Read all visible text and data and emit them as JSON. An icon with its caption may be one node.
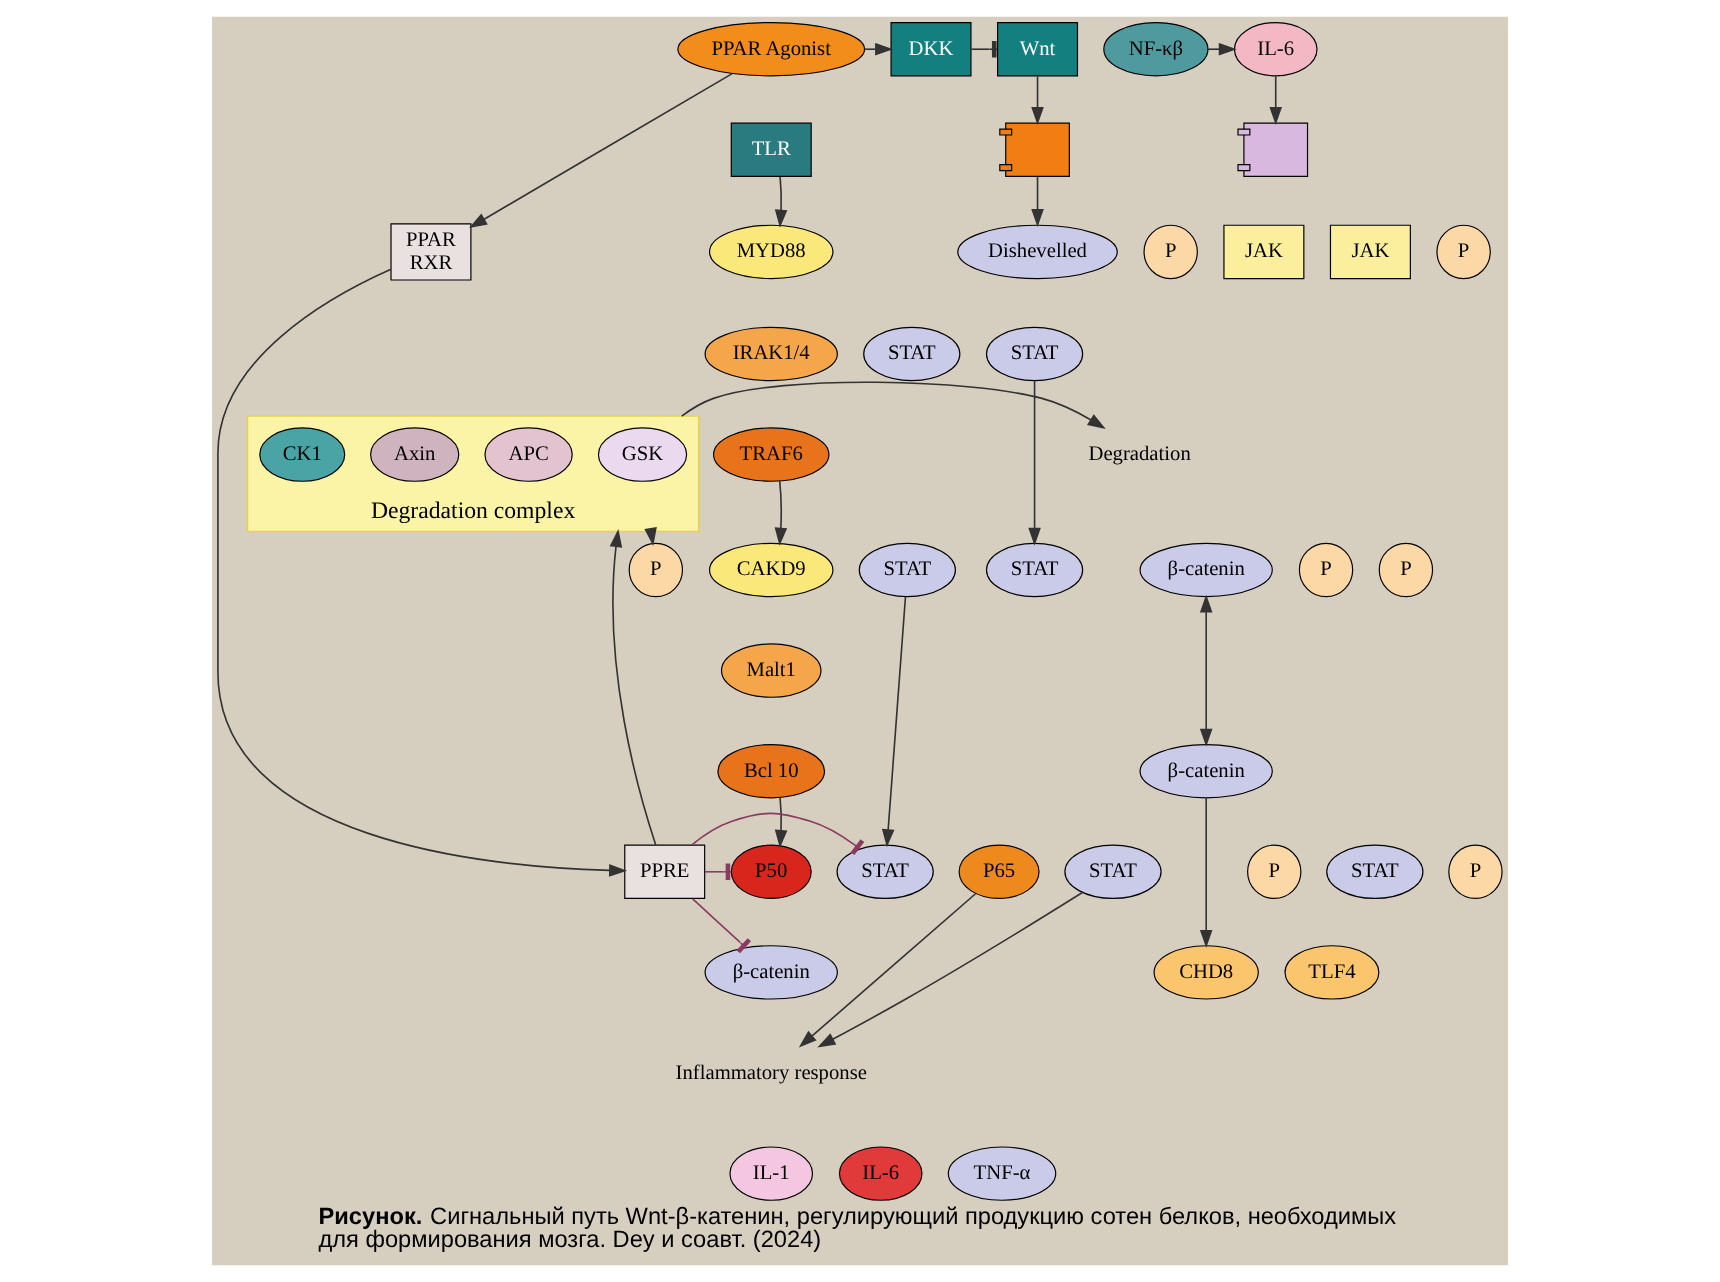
{
  "diagram": {
    "caption": "**Рисунок.** Сигнальный путь Wnt-β-катенин, регулирующий продукцию сотен белков, необходимых для формирования мозга. Dey и соавт. (2024)",
    "nodes": [
      {
        "text": [
          "Wnt"
        ]
      },
      {
        "text": [
          "DKK"
        ]
      },
      {
        "text": [
          "PPAR Agonist"
        ]
      },
      {
        "text": [
          "NF-κβ"
        ]
      },
      {
        "text": [
          "IL-6"
        ]
      },
      {
        "text": [],
        "shape": "picture"
      },
      {
        "text": [
          "TLR"
        ]
      },
      {
        "text": [],
        "shape": "picture"
      },
      {
        "text": [
          "Dishevelled"
        ]
      },
      {
        "text": [
          "Degradation complex"
        ]
      },
      {
        "text": [
          "GSK"
        ],
        "in": 9
      },
      {
        "text": [
          "APC"
        ],
        "in": 9
      },
      {
        "text": [
          "Axin"
        ],
        "in": 9
      },
      {
        "text": [
          "CK1"
        ],
        "in": 9
      },
      {
        "text": [
          "PPAR",
          "RXR"
        ]
      },
      {
        "text": [
          "MYD88"
        ]
      },
      {
        "text": [
          "IRAK1/4"
        ]
      },
      {
        "text": [
          "TRAF6"
        ]
      },
      {
        "text": [
          "P"
        ]
      },
      {
        "text": [
          "JAK"
        ]
      },
      {
        "text": [
          "JAK"
        ]
      },
      {
        "text": [
          "P"
        ]
      },
      {
        "text": [
          "STAT"
        ]
      },
      {
        "text": [
          "STAT"
        ]
      },
      {
        "text": [
          "Degradation"
        ]
      },
      {
        "text": [
          "P"
        ]
      },
      {
        "text": [
          "β-catenin"
        ]
      },
      {
        "text": [
          "CAKD9"
        ]
      },
      {
        "text": [
          "Malt1"
        ]
      },
      {
        "text": [
          "Bcl 10"
        ]
      },
      {
        "text": [
          "P"
        ]
      },
      {
        "text": [
          "STAT"
        ]
      },
      {
        "text": [
          "STAT"
        ]
      },
      {
        "text": [
          "P"
        ]
      },
      {
        "text": [
          "β-catenin"
        ]
      },
      {
        "text": [
          "PPRE"
        ]
      },
      {
        "text": [
          "P50"
        ]
      },
      {
        "text": [
          "P65"
        ]
      },
      {
        "text": [
          "P"
        ]
      },
      {
        "text": [
          "STAT"
        ]
      },
      {
        "text": [
          "STAT"
        ]
      },
      {
        "text": [
          "P"
        ]
      },
      {
        "text": [
          "STAT"
        ]
      },
      {
        "text": [
          "CHD8"
        ]
      },
      {
        "text": [
          "TLF4"
        ]
      },
      {
        "text": [
          "β-catenin"
        ]
      },
      {
        "text": [
          "Inflammatory response"
        ]
      },
      {
        "text": [
          "IL-1"
        ]
      },
      {
        "text": [
          "IL-6"
        ]
      },
      {
        "text": [
          "TNF-α"
        ]
      }
    ],
    "edges": [
      {
        "from": 2,
        "to": 1,
        "arrow": "to"
      },
      {
        "from": 1,
        "to": 0,
        "arrow": "other"
      },
      {
        "from": 0,
        "to": 5,
        "arrow": "to"
      },
      {
        "from": 5,
        "to": 8,
        "arrow": "to"
      },
      {
        "from": 2,
        "to": 14,
        "arrow": "to"
      },
      {
        "from": 3,
        "to": 4,
        "arrow": "to"
      },
      {
        "from": 4,
        "to": 7,
        "arrow": "to"
      },
      {
        "from": 6,
        "to": 15,
        "arrow": "to"
      },
      {
        "from": 9,
        "to": 24,
        "arrow": "to"
      },
      {
        "from": 9,
        "to": 25,
        "arrow": "to"
      },
      {
        "from": 34,
        "to": 26,
        "arrow": "both"
      },
      {
        "from": 34,
        "to": 43,
        "arrow": "to"
      },
      {
        "from": 35,
        "to": 9,
        "arrow": "to"
      },
      {
        "from": 14,
        "to": 35,
        "arrow": "to"
      },
      {
        "from": 17,
        "to": 27,
        "arrow": "to"
      },
      {
        "from": 23,
        "to": 31,
        "arrow": "to"
      },
      {
        "from": 29,
        "to": 36,
        "arrow": "to"
      },
      {
        "from": 32,
        "to": 39,
        "arrow": "to"
      },
      {
        "from": 35,
        "to": 36,
        "arrow": "other",
        "color": "#8b3a62"
      },
      {
        "from": 35,
        "to": 39,
        "arrow": "other",
        "color": "#8b3a62"
      },
      {
        "from": 35,
        "to": 45,
        "arrow": "other",
        "color": "#8b3a62"
      },
      {
        "from": 37,
        "to": 46,
        "arrow": "to"
      },
      {
        "from": 42,
        "to": 46,
        "arrow": "to"
      }
    ]
  }
}
